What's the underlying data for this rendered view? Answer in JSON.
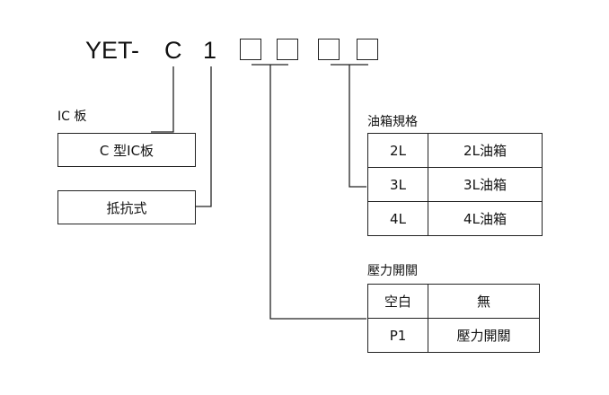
{
  "model": {
    "prefix": "YET-",
    "code1": "C",
    "code2": "1"
  },
  "ic_board": {
    "title": "IC 板",
    "option": "C 型IC板"
  },
  "resistance": {
    "option": "抵抗式"
  },
  "tank_spec": {
    "title": "油箱規格",
    "rows": [
      {
        "code": "2L",
        "desc": "2L油箱"
      },
      {
        "code": "3L",
        "desc": "3L油箱"
      },
      {
        "code": "4L",
        "desc": "4L油箱"
      }
    ]
  },
  "pressure_switch": {
    "title": "壓力開關",
    "rows": [
      {
        "code": "空白",
        "desc": "無"
      },
      {
        "code": "P1",
        "desc": "壓力開關"
      }
    ]
  }
}
